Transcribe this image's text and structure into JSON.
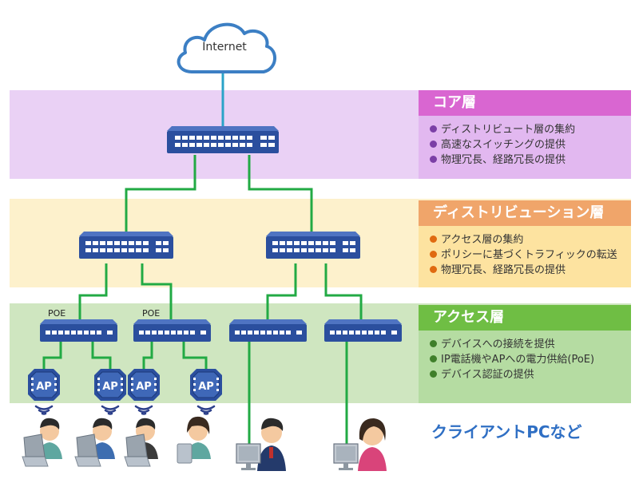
{
  "cloud": {
    "label": "Internet"
  },
  "layers": [
    {
      "title": "コア層",
      "color": "#d966d1",
      "band_color": "#ead1f5",
      "desc_color": "#e2b8f0",
      "bullet_color": "#7b3fa6",
      "items": [
        "ディストリビュート層の集約",
        "高速なスイッチングの提供",
        "物理冗長、経路冗長の提供"
      ]
    },
    {
      "title": "ディストリビューション層",
      "color": "#f0a56a",
      "band_color": "#fdf1cc",
      "desc_color": "#fde3a0",
      "bullet_color": "#e06a10",
      "items": [
        "アクセス層の集約",
        "ポリシーに基づくトラフィックの転送",
        "物理冗長、経路冗長の提供"
      ]
    },
    {
      "title": "アクセス層",
      "color": "#6fbe44",
      "band_color": "#cfe6c0",
      "desc_color": "#b5dca2",
      "bullet_color": "#3f7f2a",
      "items": [
        "デバイスへの接続を提供",
        "IP電話機やAPへの電力供給(PoE)",
        "デバイス認証の提供"
      ]
    }
  ],
  "poe_labels": [
    "POE",
    "POE"
  ],
  "ap_label": "AP",
  "clients_label": "クライアントPCなど",
  "colors": {
    "link": "#22aa44",
    "uplink": "#2aa3c8",
    "switch": "#2b4f9e",
    "switch_top": "#4f74c2"
  }
}
